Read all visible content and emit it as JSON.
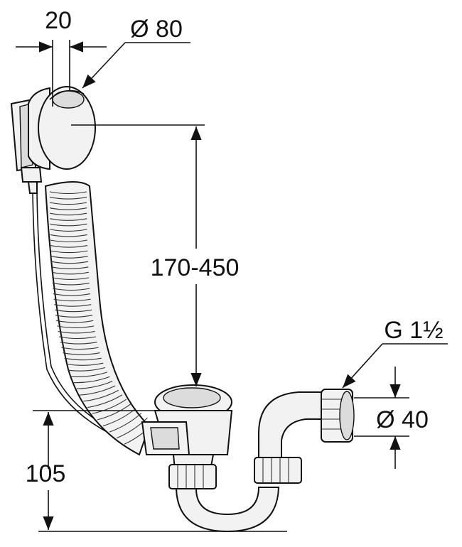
{
  "labels": {
    "width_dim": "20",
    "overflow_diameter": "Ø 80",
    "height_range": "170-450",
    "thread": "G 1½",
    "outlet_diameter": "Ø 40",
    "base_height": "105"
  }
}
